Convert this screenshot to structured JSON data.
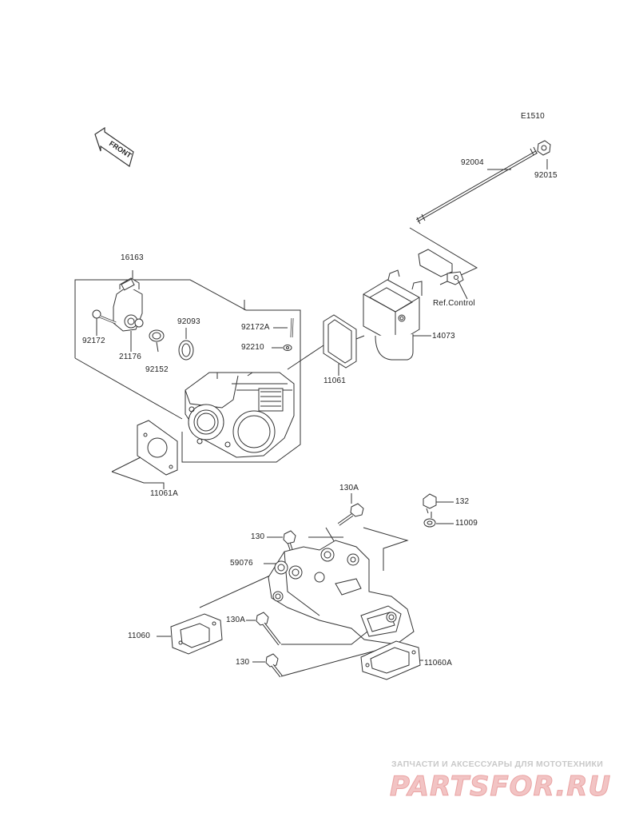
{
  "diagram_code": "E1510",
  "front_arrow_label": "FRONT",
  "ref_label": "Ref.Control",
  "parts": [
    {
      "id": "92004"
    },
    {
      "id": "92015"
    },
    {
      "id": "16163"
    },
    {
      "id": "92093"
    },
    {
      "id": "92172A"
    },
    {
      "id": "92210"
    },
    {
      "id": "92172"
    },
    {
      "id": "21176"
    },
    {
      "id": "92152"
    },
    {
      "id": "11061"
    },
    {
      "id": "14073"
    },
    {
      "id": "11061A"
    },
    {
      "id": "130A"
    },
    {
      "id": "132"
    },
    {
      "id": "11009"
    },
    {
      "id": "130"
    },
    {
      "id": "59076"
    },
    {
      "id": "11060"
    },
    {
      "id": "130A"
    },
    {
      "id": "130"
    },
    {
      "id": "11060A"
    }
  ],
  "watermark": {
    "tagline": "ЗАПЧАСТИ И АКСЕССУАРЫ ДЛЯ МОТОТЕХНИКИ",
    "logo": "PARTSFOR.RU"
  }
}
